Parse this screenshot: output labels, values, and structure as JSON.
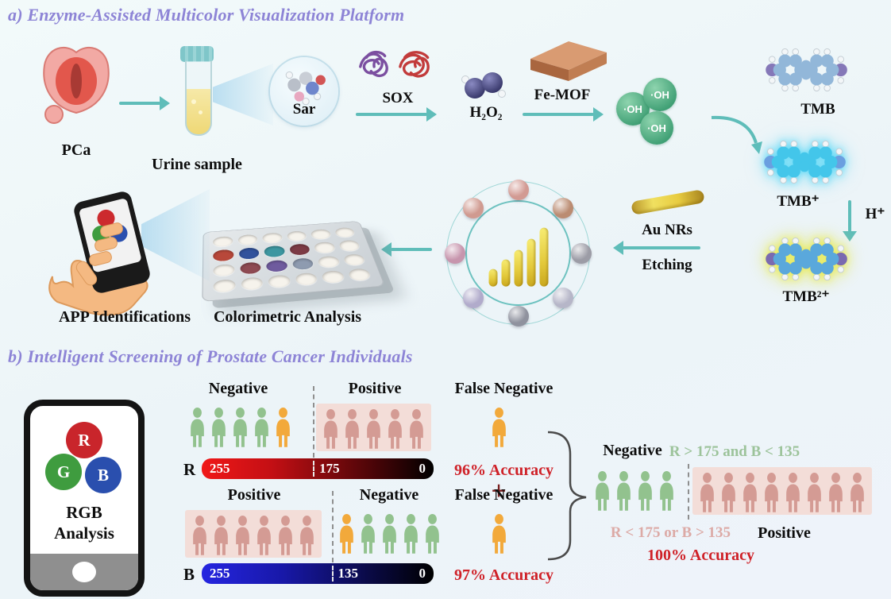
{
  "colors": {
    "accent_teal": "#5fbdb9",
    "title_purple": "#8d84d6",
    "accuracy_red": "#cf2128",
    "rule_green": "#9cc39a",
    "rule_pink": "#dcaaa6",
    "person_green": "#92c28e",
    "person_orange": "#f2a93b",
    "person_pink": "#d49b94",
    "pink_zone_bg": "#f3ddd8"
  },
  "icons": {
    "prostate": "prostate-icon",
    "test_tube": "test-tube-icon",
    "sarcosine_molecule": "sarcosine-molecule-icon",
    "sox_enzyme": "sox-enzyme-icon",
    "h2o2_molecule": "h2o2-molecule-icon",
    "femof_crystal": "fe-mof-crystal-icon",
    "hydroxyl_radical": "hydroxyl-radical-icon",
    "tmb_molecule": "tmb-molecule-icon",
    "gold_nanorod": "gold-nanorod-icon",
    "well_plate": "well-plate-icon",
    "hand_phone": "hand-holding-phone-icon",
    "rgb_phone": "rgb-analysis-phone-icon",
    "person": "person-icon",
    "brace": "brace-icon"
  },
  "panel_a": {
    "title": "a) Enzyme-Assisted Multicolor Visualization Platform",
    "pca_label": "PCa",
    "urine_label": "Urine sample",
    "sar_label": "Sar",
    "sox_label": "SOX",
    "h2o2_label": "H₂O₂",
    "femof_label": "Fe-MOF",
    "oh_labels": [
      "·OH",
      "·OH",
      "·OH"
    ],
    "tmb_label": "TMB",
    "tmb_plus_label": "TMB⁺",
    "h_plus_label": "H⁺",
    "tmb_2plus_label": "TMB²⁺",
    "aunrs_label": "Au NRs",
    "etching_label": "Etching",
    "colorimetric_label": "Colorimetric Analysis",
    "app_label": "APP Identifications",
    "nanorod_heights": [
      22,
      34,
      46,
      60,
      74
    ],
    "sphere_colors": [
      "#d29a93",
      "#bb8c72",
      "#9c9ca6",
      "#b6b6c8",
      "#8f929e",
      "#b1abcb",
      "#c795ad",
      "#d09a90"
    ],
    "well_colors": [
      "#f6f3ec",
      "#f6f3ec",
      "#f6f3ec",
      "#f6f3ec",
      "#f6f3ec",
      "#f6f3ec",
      "#b8483a",
      "#31529c",
      "#3d97a1",
      "#7c3b45",
      "#f6f3ec",
      "#f6f3ec",
      "#f6f3ec",
      "#8e4a52",
      "#6f5b9e",
      "#8e9bb0",
      "#f6f3ec",
      "#f6f3ec",
      "#f6f3ec",
      "#f6f3ec",
      "#f6f3ec",
      "#f6f3ec",
      "#f6f3ec",
      "#f6f3ec"
    ]
  },
  "panel_b": {
    "title": "b) Intelligent Screening of Prostate Cancer Individuals",
    "phone": {
      "r": "R",
      "g": "G",
      "b": "B",
      "caption_line1": "RGB",
      "caption_line2": "Analysis"
    },
    "r_block": {
      "left_label": "Negative",
      "right_label": "Positive",
      "false_label": "False Negative",
      "channel": "R",
      "bar_max": "255",
      "bar_threshold": "175",
      "bar_min": "0",
      "accuracy": "96% Accuracy",
      "threshold_pos": 0.48,
      "left_persons": [
        {
          "type": "green",
          "count": 4
        },
        {
          "type": "orange",
          "count": 1
        }
      ],
      "right_persons": [
        {
          "type": "pink",
          "count": 5
        }
      ],
      "false_persons": [
        {
          "type": "orange",
          "count": 1
        }
      ]
    },
    "plus": "+",
    "b_block": {
      "left_label": "Positive",
      "right_label": "Negative",
      "false_label": "False Negative",
      "channel": "B",
      "bar_max": "255",
      "bar_threshold": "135",
      "bar_min": "0",
      "accuracy": "97% Accuracy",
      "threshold_pos": 0.56,
      "left_persons": [
        {
          "type": "pink",
          "count": 6
        }
      ],
      "right_persons": [
        {
          "type": "orange",
          "count": 1
        },
        {
          "type": "green",
          "count": 4
        }
      ],
      "false_persons": [
        {
          "type": "orange",
          "count": 1
        }
      ]
    },
    "combined": {
      "negative_label": "Negative",
      "negative_rule": "R > 175 and B < 135",
      "positive_rule": "R < 175 or B > 135",
      "positive_label": "Positive",
      "accuracy": "100% Accuracy",
      "left_persons": [
        {
          "type": "green",
          "count": 4
        }
      ],
      "right_persons": [
        {
          "type": "pink",
          "count": 8
        }
      ]
    }
  }
}
